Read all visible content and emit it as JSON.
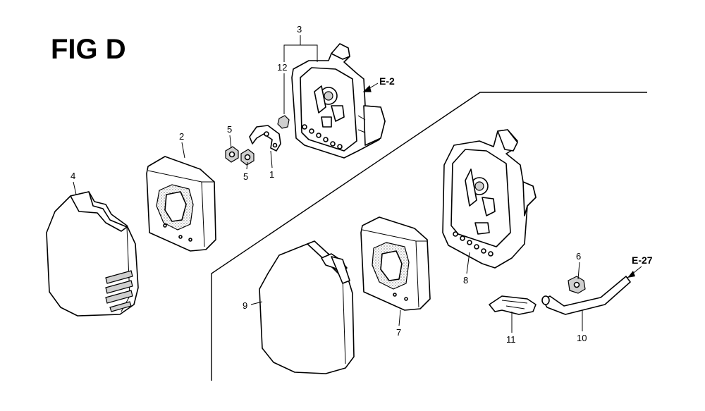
{
  "figure": {
    "title": "FIG D"
  },
  "references": {
    "e2": "E-2",
    "e27": "E-27"
  },
  "callouts": {
    "c1": "1",
    "c2": "2",
    "c3": "3",
    "c4": "4",
    "c5a": "5",
    "c5b": "5",
    "c6": "6",
    "c7": "7",
    "c8": "8",
    "c9": "9",
    "c10": "10",
    "c11": "11",
    "c12": "12"
  }
}
